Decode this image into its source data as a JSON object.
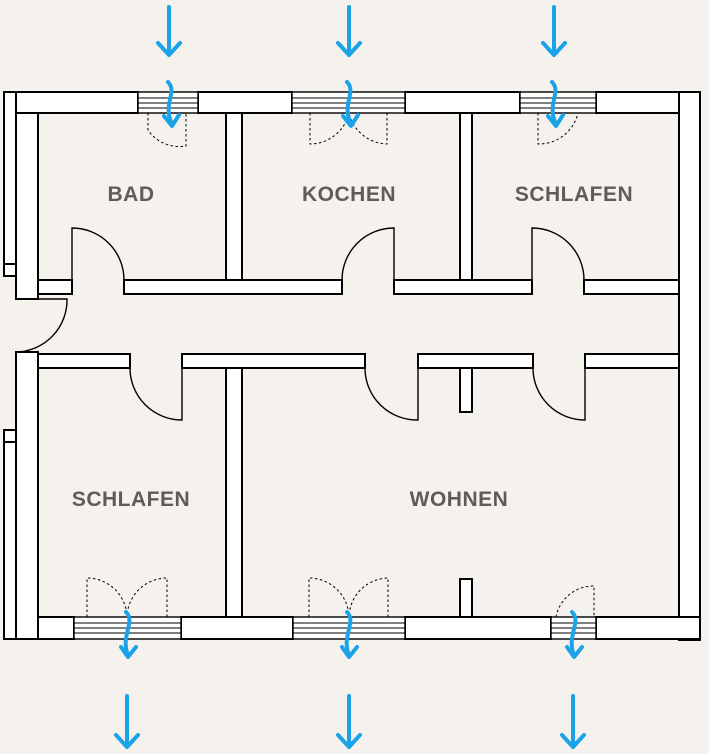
{
  "rooms": {
    "bad": "BAD",
    "kochen": "KOCHEN",
    "schlafen_top": "SCHLAFEN",
    "schlafen_bottom": "SCHLAFEN",
    "wohnen": "WOHNEN"
  },
  "colors": {
    "background": "#f5f1ed",
    "wall_fill": "#ffffff",
    "wall_stroke": "#000000",
    "label": "#5f5b5b",
    "airflow_arrow": "#1aa3e8"
  },
  "icons": {
    "airflow_in": "arrow-down-icon",
    "airflow_out": "arrow-down-icon"
  }
}
